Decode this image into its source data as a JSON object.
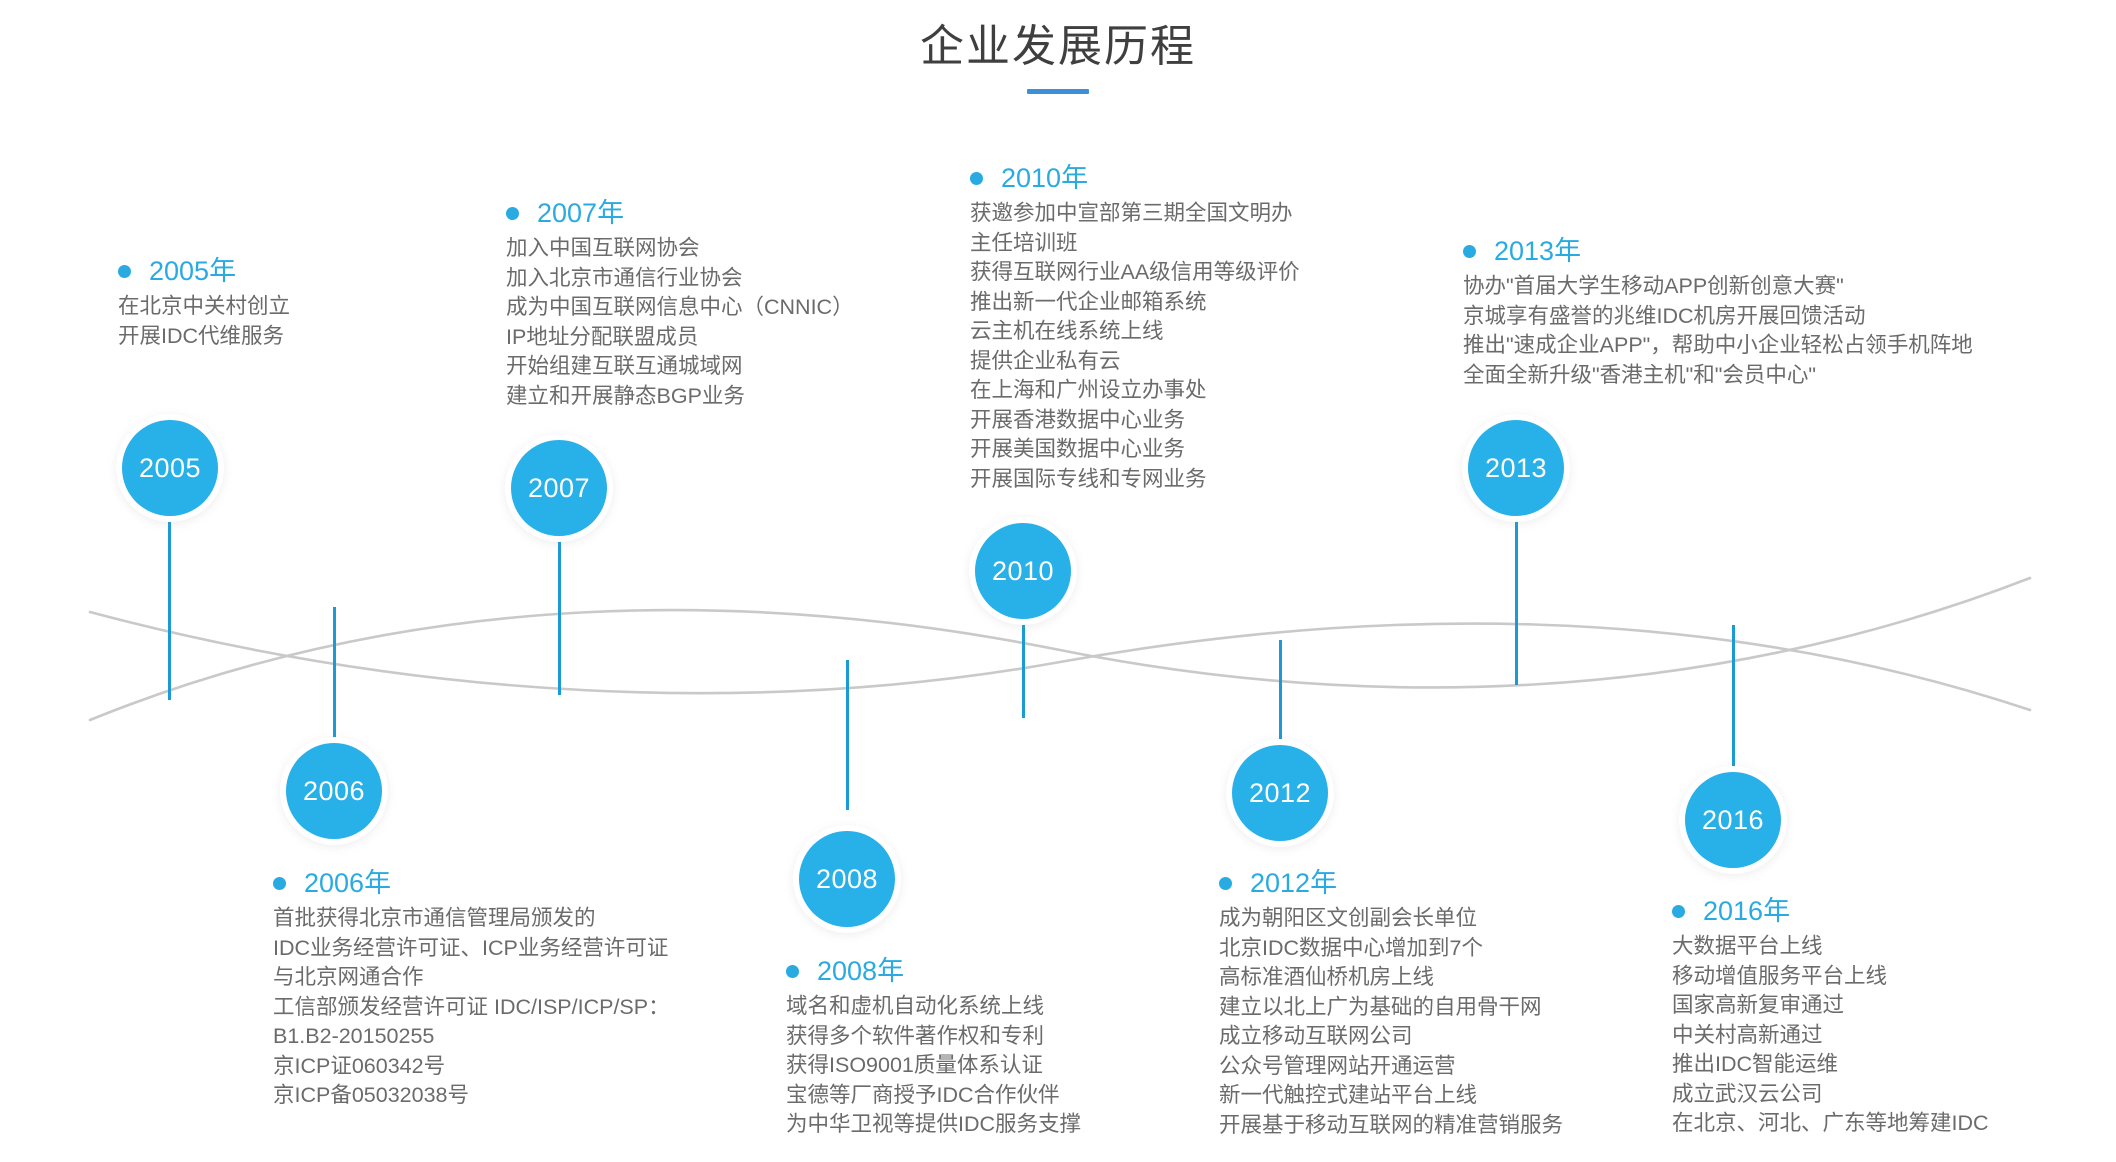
{
  "header": {
    "title": "企业发展历程",
    "accent_color": "#3d8fd8"
  },
  "theme": {
    "circle_fill": "#28b0e8",
    "year_label_color": "#29abe2",
    "body_text_color": "#6b6b6b",
    "stem_color": "#1b9ad6",
    "wave_color": "#c8c8c8"
  },
  "timeline": {
    "markers": [
      {
        "year": "2005",
        "position": "above"
      },
      {
        "year": "2006",
        "position": "below"
      },
      {
        "year": "2007",
        "position": "above"
      },
      {
        "year": "2008",
        "position": "below"
      },
      {
        "year": "2010",
        "position": "above"
      },
      {
        "year": "2012",
        "position": "below"
      },
      {
        "year": "2013",
        "position": "above"
      },
      {
        "year": "2016",
        "position": "below"
      }
    ],
    "entries": [
      {
        "year_label": "2005年",
        "lines": [
          "在北京中关村创立",
          "开展IDC代维服务"
        ]
      },
      {
        "year_label": "2006年",
        "lines": [
          "首批获得北京市通信管理局颁发的",
          "IDC业务经营许可证、ICP业务经营许可证",
          "与北京网通合作",
          "工信部颁发经营许可证 IDC/ISP/ICP/SP：",
          "B1.B2-20150255",
          "京ICP证060342号",
          "京ICP备05032038号"
        ]
      },
      {
        "year_label": "2007年",
        "lines": [
          "加入中国互联网协会",
          "加入北京市通信行业协会",
          "成为中国互联网信息中心（CNNIC）",
          "IP地址分配联盟成员",
          "开始组建互联互通城域网",
          "建立和开展静态BGP业务"
        ]
      },
      {
        "year_label": "2008年",
        "lines": [
          "域名和虚机自动化系统上线",
          "获得多个软件著作权和专利",
          "获得ISO9001质量体系认证",
          "宝德等厂商授予IDC合作伙伴",
          "为中华卫视等提供IDC服务支撑"
        ]
      },
      {
        "year_label": "2010年",
        "lines": [
          "获邀参加中宣部第三期全国文明办",
          "主任培训班",
          "获得互联网行业AA级信用等级评价",
          "推出新一代企业邮箱系统",
          "云主机在线系统上线",
          "提供企业私有云",
          "在上海和广州设立办事处",
          "开展香港数据中心业务",
          "开展美国数据中心业务",
          "开展国际专线和专网业务"
        ]
      },
      {
        "year_label": "2012年",
        "lines": [
          "成为朝阳区文创副会长单位",
          "北京IDC数据中心增加到7个",
          "高标准酒仙桥机房上线",
          "建立以北上广为基础的自用骨干网",
          "成立移动互联网公司",
          "公众号管理网站开通运营",
          "新一代触控式建站平台上线",
          "开展基于移动互联网的精准营销服务"
        ]
      },
      {
        "year_label": "2013年",
        "lines": [
          "协办\"首届大学生移动APP创新创意大赛\"",
          "京城享有盛誉的兆维IDC机房开展回馈活动",
          "推出\"速成企业APP\"，帮助中小企业轻松占领手机阵地",
          "全面全新升级\"香港主机\"和\"会员中心\""
        ]
      },
      {
        "year_label": "2016年",
        "lines": [
          "大数据平台上线",
          "移动增值服务平台上线",
          "国家高新复审通过",
          "中关村高新通过",
          "推出IDC智能运维",
          "成立武汉云公司",
          "在北京、河北、广东等地筹建IDC"
        ]
      }
    ]
  }
}
